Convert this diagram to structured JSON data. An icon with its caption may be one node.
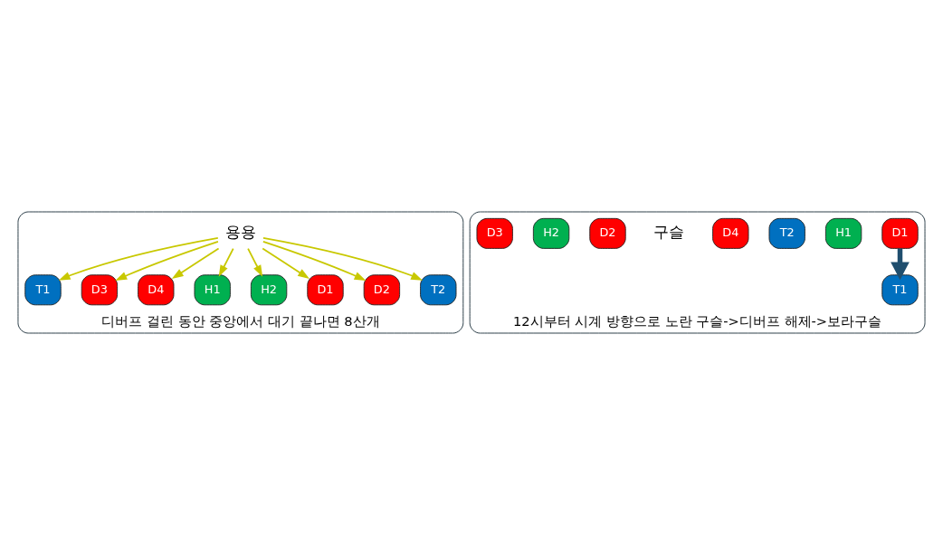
{
  "diagram": {
    "nodes": [
      {
        "text": [
          "디버프 걸린 동안 중앙에서 대기 끝나면 8산개"
        ]
      },
      {
        "text": [
          "용용"
        ],
        "in": 0
      },
      {
        "text": [
          "T1"
        ],
        "in": 0
      },
      {
        "text": [
          "D3"
        ],
        "in": 0
      },
      {
        "text": [
          "D4"
        ],
        "in": 0
      },
      {
        "text": [
          "H1"
        ],
        "in": 0
      },
      {
        "text": [
          "H2"
        ],
        "in": 0
      },
      {
        "text": [
          "D1"
        ],
        "in": 0
      },
      {
        "text": [
          "D2"
        ],
        "in": 0
      },
      {
        "text": [
          "T2"
        ],
        "in": 0
      },
      {
        "text": [
          "12시부터 시계 방향으로 노란 구슬->디버프 해제->보라구슬"
        ]
      },
      {
        "text": [
          "D1"
        ],
        "in": 10
      },
      {
        "text": [
          "H1"
        ],
        "in": 10
      },
      {
        "text": [
          "T2"
        ],
        "in": 10
      },
      {
        "text": [
          "D4"
        ],
        "in": 10
      },
      {
        "text": [
          "구슬"
        ],
        "in": 10
      },
      {
        "text": [
          "D2"
        ],
        "in": 10
      },
      {
        "text": [
          "H2"
        ],
        "in": 10
      },
      {
        "text": [
          "D3"
        ],
        "in": 10
      },
      {
        "text": [
          "T1"
        ],
        "in": 10
      }
    ],
    "edges": [
      {
        "from": 1,
        "to": 2,
        "arrow": "to"
      },
      {
        "from": 1,
        "to": 3,
        "arrow": "to"
      },
      {
        "from": 1,
        "to": 4,
        "arrow": "to"
      },
      {
        "from": 1,
        "to": 5,
        "arrow": "to"
      },
      {
        "from": 1,
        "to": 6,
        "arrow": "to"
      },
      {
        "from": 1,
        "to": 7,
        "arrow": "to"
      },
      {
        "from": 1,
        "to": 8,
        "arrow": "to"
      },
      {
        "from": 1,
        "to": 9,
        "arrow": "to"
      },
      {
        "from": 11,
        "to": 19,
        "arrow": "to",
        "style": "thick",
        "color": "#1f4e6e"
      }
    ]
  }
}
